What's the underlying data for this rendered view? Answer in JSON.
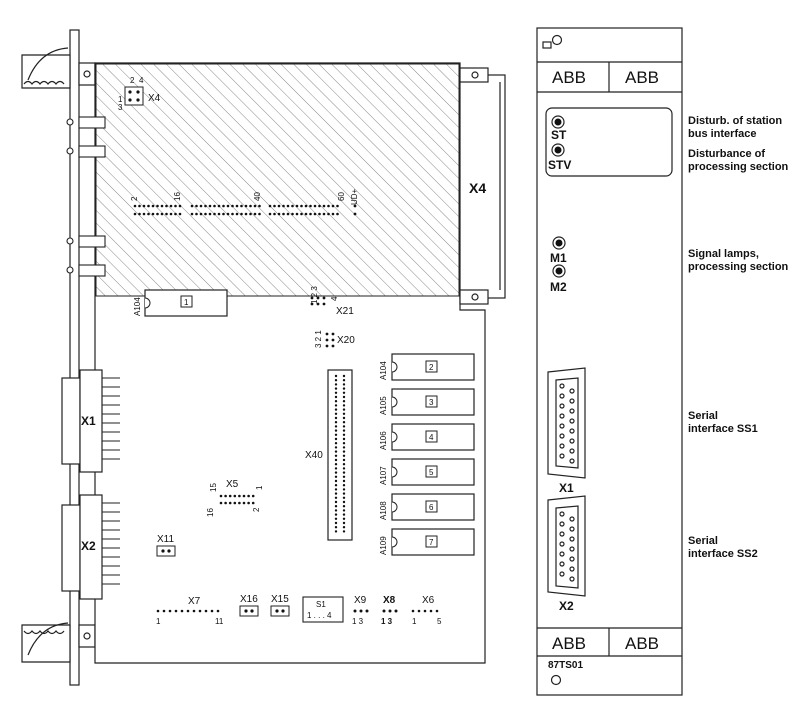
{
  "colors": {
    "line": "#222222",
    "hatch": "#888888",
    "background": "#ffffff"
  },
  "board": {
    "header_pins_top": "2",
    "header_pins_top2": "4",
    "header_pins_bot": "1",
    "header_pins_bot2": "3",
    "header_name": "X4",
    "bus_pin_2": "2",
    "bus_pin_16": "16",
    "bus_pin_40": "40",
    "bus_pin_60": "60",
    "bus_pin_ud": "UD+",
    "connector_x4": "X4",
    "connector_x1": "X1",
    "connector_x2": "X2",
    "a104_left": "A104",
    "chip_1": "1",
    "x21_pins": "1 2 3",
    "x21_pin4": "4",
    "x21_name": "X21",
    "x20_pins": "3 2 1",
    "x20_name": "X20",
    "x40_name": "X40",
    "x5_name": "X5",
    "x5_15": "15",
    "x5_1": "1",
    "x5_16": "16",
    "x5_2": "2",
    "x11_name": "X11",
    "x7_name": "X7",
    "x7_1": "1",
    "x7_11": "11",
    "x16_name": "X16",
    "x15_name": "X15",
    "s1_name": "S1",
    "s1_range": "1 . . . 4",
    "x9_name": "X9",
    "x9_pins": "1  3",
    "x8_name": "X8",
    "x8_pins": "1  3",
    "x6_name": "X6",
    "x6_1": "1",
    "x6_5": "5",
    "chips": [
      {
        "ref": "A104",
        "num": "2"
      },
      {
        "ref": "A105",
        "num": "3"
      },
      {
        "ref": "A106",
        "num": "4"
      },
      {
        "ref": "A107",
        "num": "5"
      },
      {
        "ref": "A108",
        "num": "6"
      },
      {
        "ref": "A109",
        "num": "7"
      }
    ]
  },
  "front_panel": {
    "logo_left_top": "ABB",
    "logo_right_top": "ABB",
    "logo_left_bottom": "ABB",
    "logo_right_bottom": "ABB",
    "led_st": "ST",
    "led_stv": "STV",
    "led_m1": "M1",
    "led_m2": "M2",
    "sub_x1": "X1",
    "sub_x2": "X2",
    "model": "87TS01"
  },
  "annotations": {
    "disturb_bus_1": "Disturb. of station",
    "disturb_bus_2": "bus interface",
    "disturb_proc_1": "Disturbance of",
    "disturb_proc_2": "processing section",
    "signal_lamps_1": "Signal lamps,",
    "signal_lamps_2": "processing section",
    "serial_ss1_1": "Serial",
    "serial_ss1_2": "interface SS1",
    "serial_ss2_1": "Serial",
    "serial_ss2_2": "interface SS2"
  }
}
